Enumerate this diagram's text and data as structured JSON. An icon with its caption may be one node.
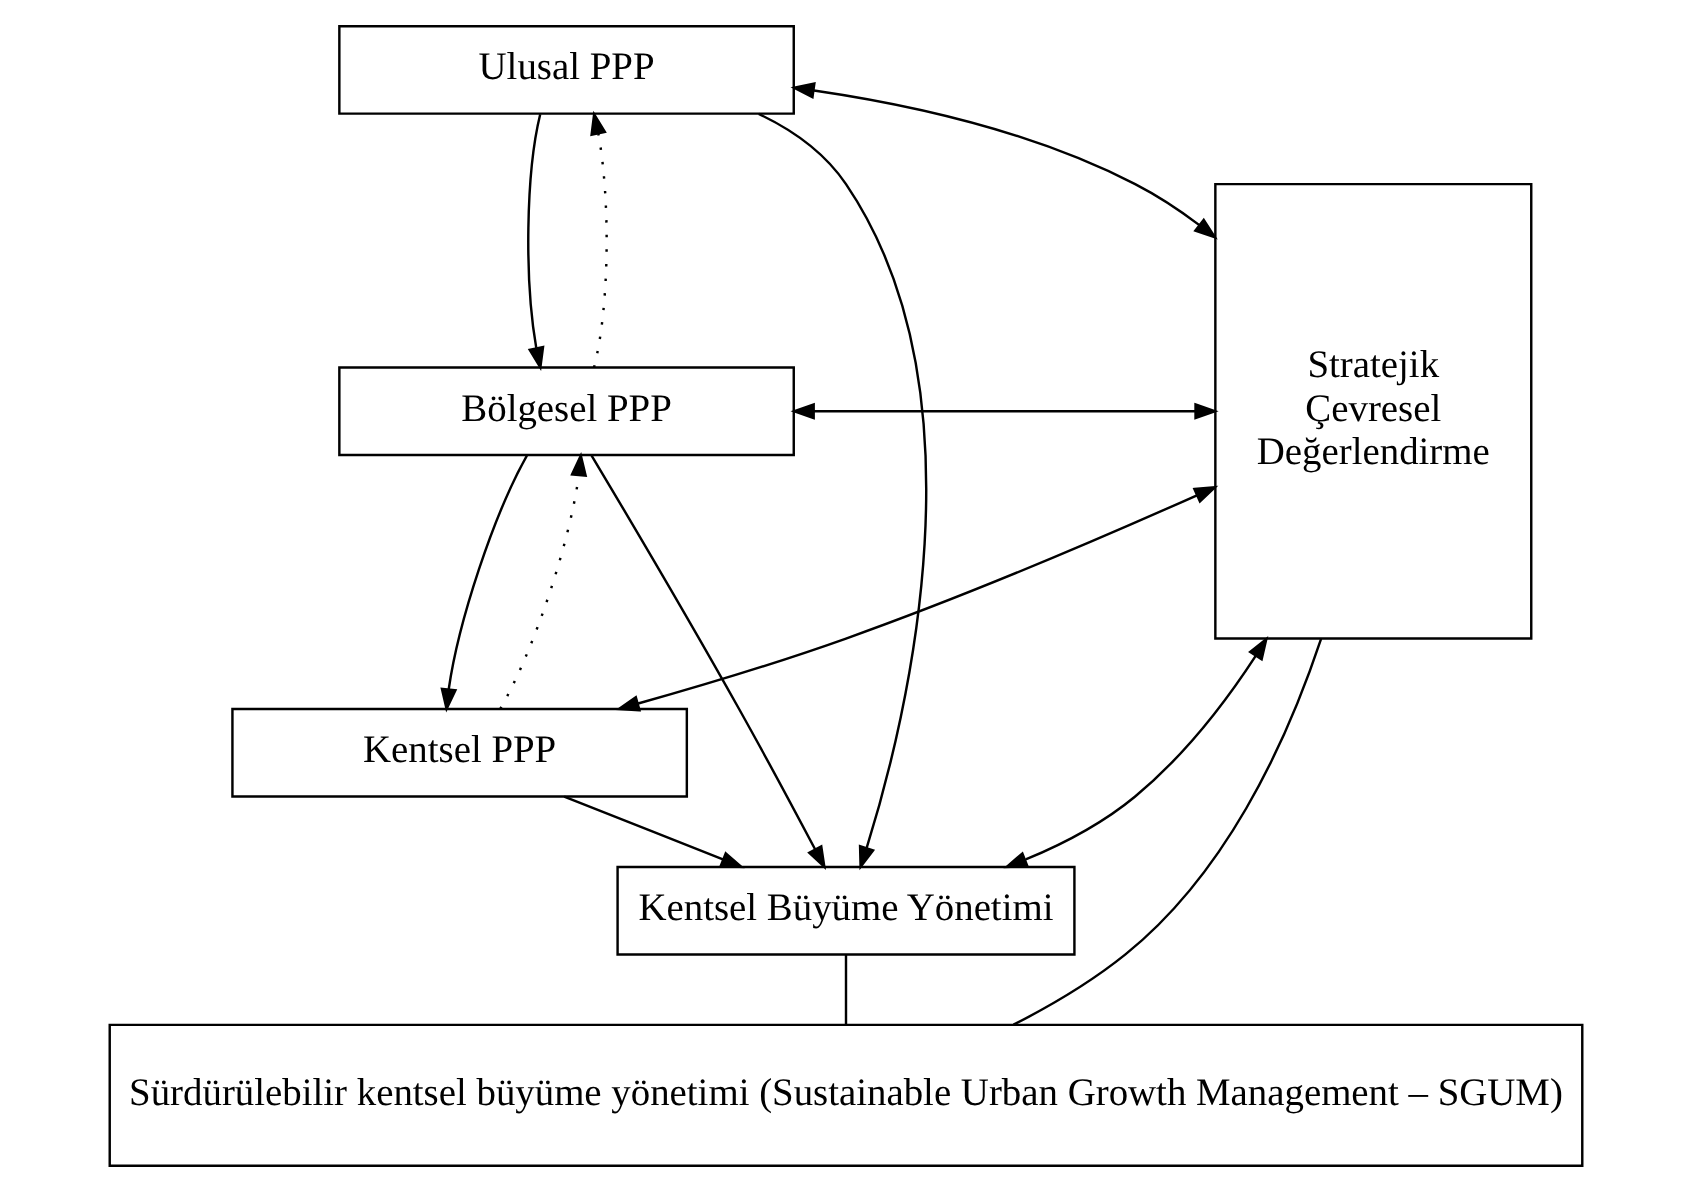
{
  "diagram": {
    "nodes": [
      {
        "text": [
          "Ulusal PPP"
        ]
      },
      {
        "text": [
          "Bölgesel PPP"
        ]
      },
      {
        "text": [
          "Kentsel PPP"
        ]
      },
      {
        "text": [
          "Kentsel Büyüme Yönetimi"
        ]
      },
      {
        "text": [
          "Stratejik Çevresel Değerlendirme"
        ]
      },
      {
        "text": [
          "Sürdürülebilir kentsel büyüme yönetimi (Sustainable Urban Growth Management – SGUM)"
        ]
      }
    ],
    "edges": [
      {
        "from": 0,
        "to": 1,
        "arrow": "to"
      },
      {
        "from": 1,
        "to": 0,
        "arrow": "to",
        "style": "dashed"
      },
      {
        "from": 1,
        "to": 2,
        "arrow": "to"
      },
      {
        "from": 2,
        "to": 1,
        "arrow": "to",
        "style": "dashed"
      },
      {
        "from": 0,
        "to": 3,
        "arrow": "to"
      },
      {
        "from": 1,
        "to": 3,
        "arrow": "to"
      },
      {
        "from": 2,
        "to": 3,
        "arrow": "to"
      },
      {
        "from": 0,
        "to": 4,
        "arrow": "both"
      },
      {
        "from": 1,
        "to": 4,
        "arrow": "both"
      },
      {
        "from": 2,
        "to": 4,
        "arrow": "both"
      },
      {
        "from": 3,
        "to": 4,
        "arrow": "both"
      },
      {
        "from": 3,
        "to": 5,
        "arrow": "none"
      },
      {
        "from": 4,
        "to": 5,
        "arrow": "none"
      }
    ]
  }
}
